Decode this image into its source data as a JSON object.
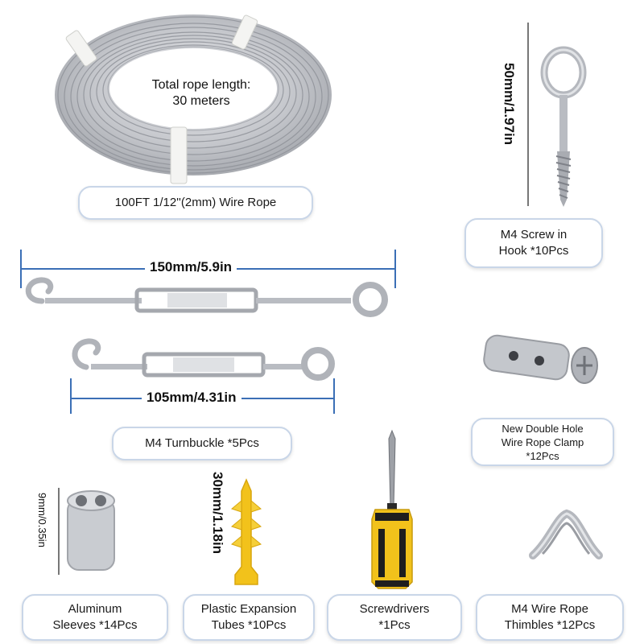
{
  "rope": {
    "length_text_1": "Total rope length:",
    "length_text_2": "30 meters",
    "label": "100FT 1/12''(2mm) Wire Rope"
  },
  "eye_hook": {
    "dimension": "50mm/1.97in",
    "label_line1": "M4 Screw in",
    "label_line2": "Hook *10Pcs"
  },
  "turnbuckle": {
    "dimension_long": "150mm/5.9in",
    "dimension_short": "105mm/4.31in",
    "label": "M4 Turnbuckle *5Pcs"
  },
  "clamp": {
    "label_line1": "New Double Hole",
    "label_line2": "Wire Rope Clamp",
    "label_line3": "*12Pcs"
  },
  "sleeve": {
    "dimension": "9mm/0.35in",
    "label_line1": "Aluminum",
    "label_line2": "Sleeves  *14Pcs"
  },
  "expansion_tube": {
    "dimension": "30mm/1.18in",
    "label_line1": "Plastic Expansion",
    "label_line2": "Tubes *10Pcs"
  },
  "screwdriver": {
    "label_line1": "Screwdrivers",
    "label_line2": "*1Pcs"
  },
  "thimble": {
    "label_line1": "M4 Wire Rope",
    "label_line2": "Thimbles *12Pcs"
  },
  "colors": {
    "accent": "#3b6fb6",
    "label_border": "#c9d6e8",
    "steel": "#b9bcc2",
    "yellow": "#f2c21b"
  }
}
